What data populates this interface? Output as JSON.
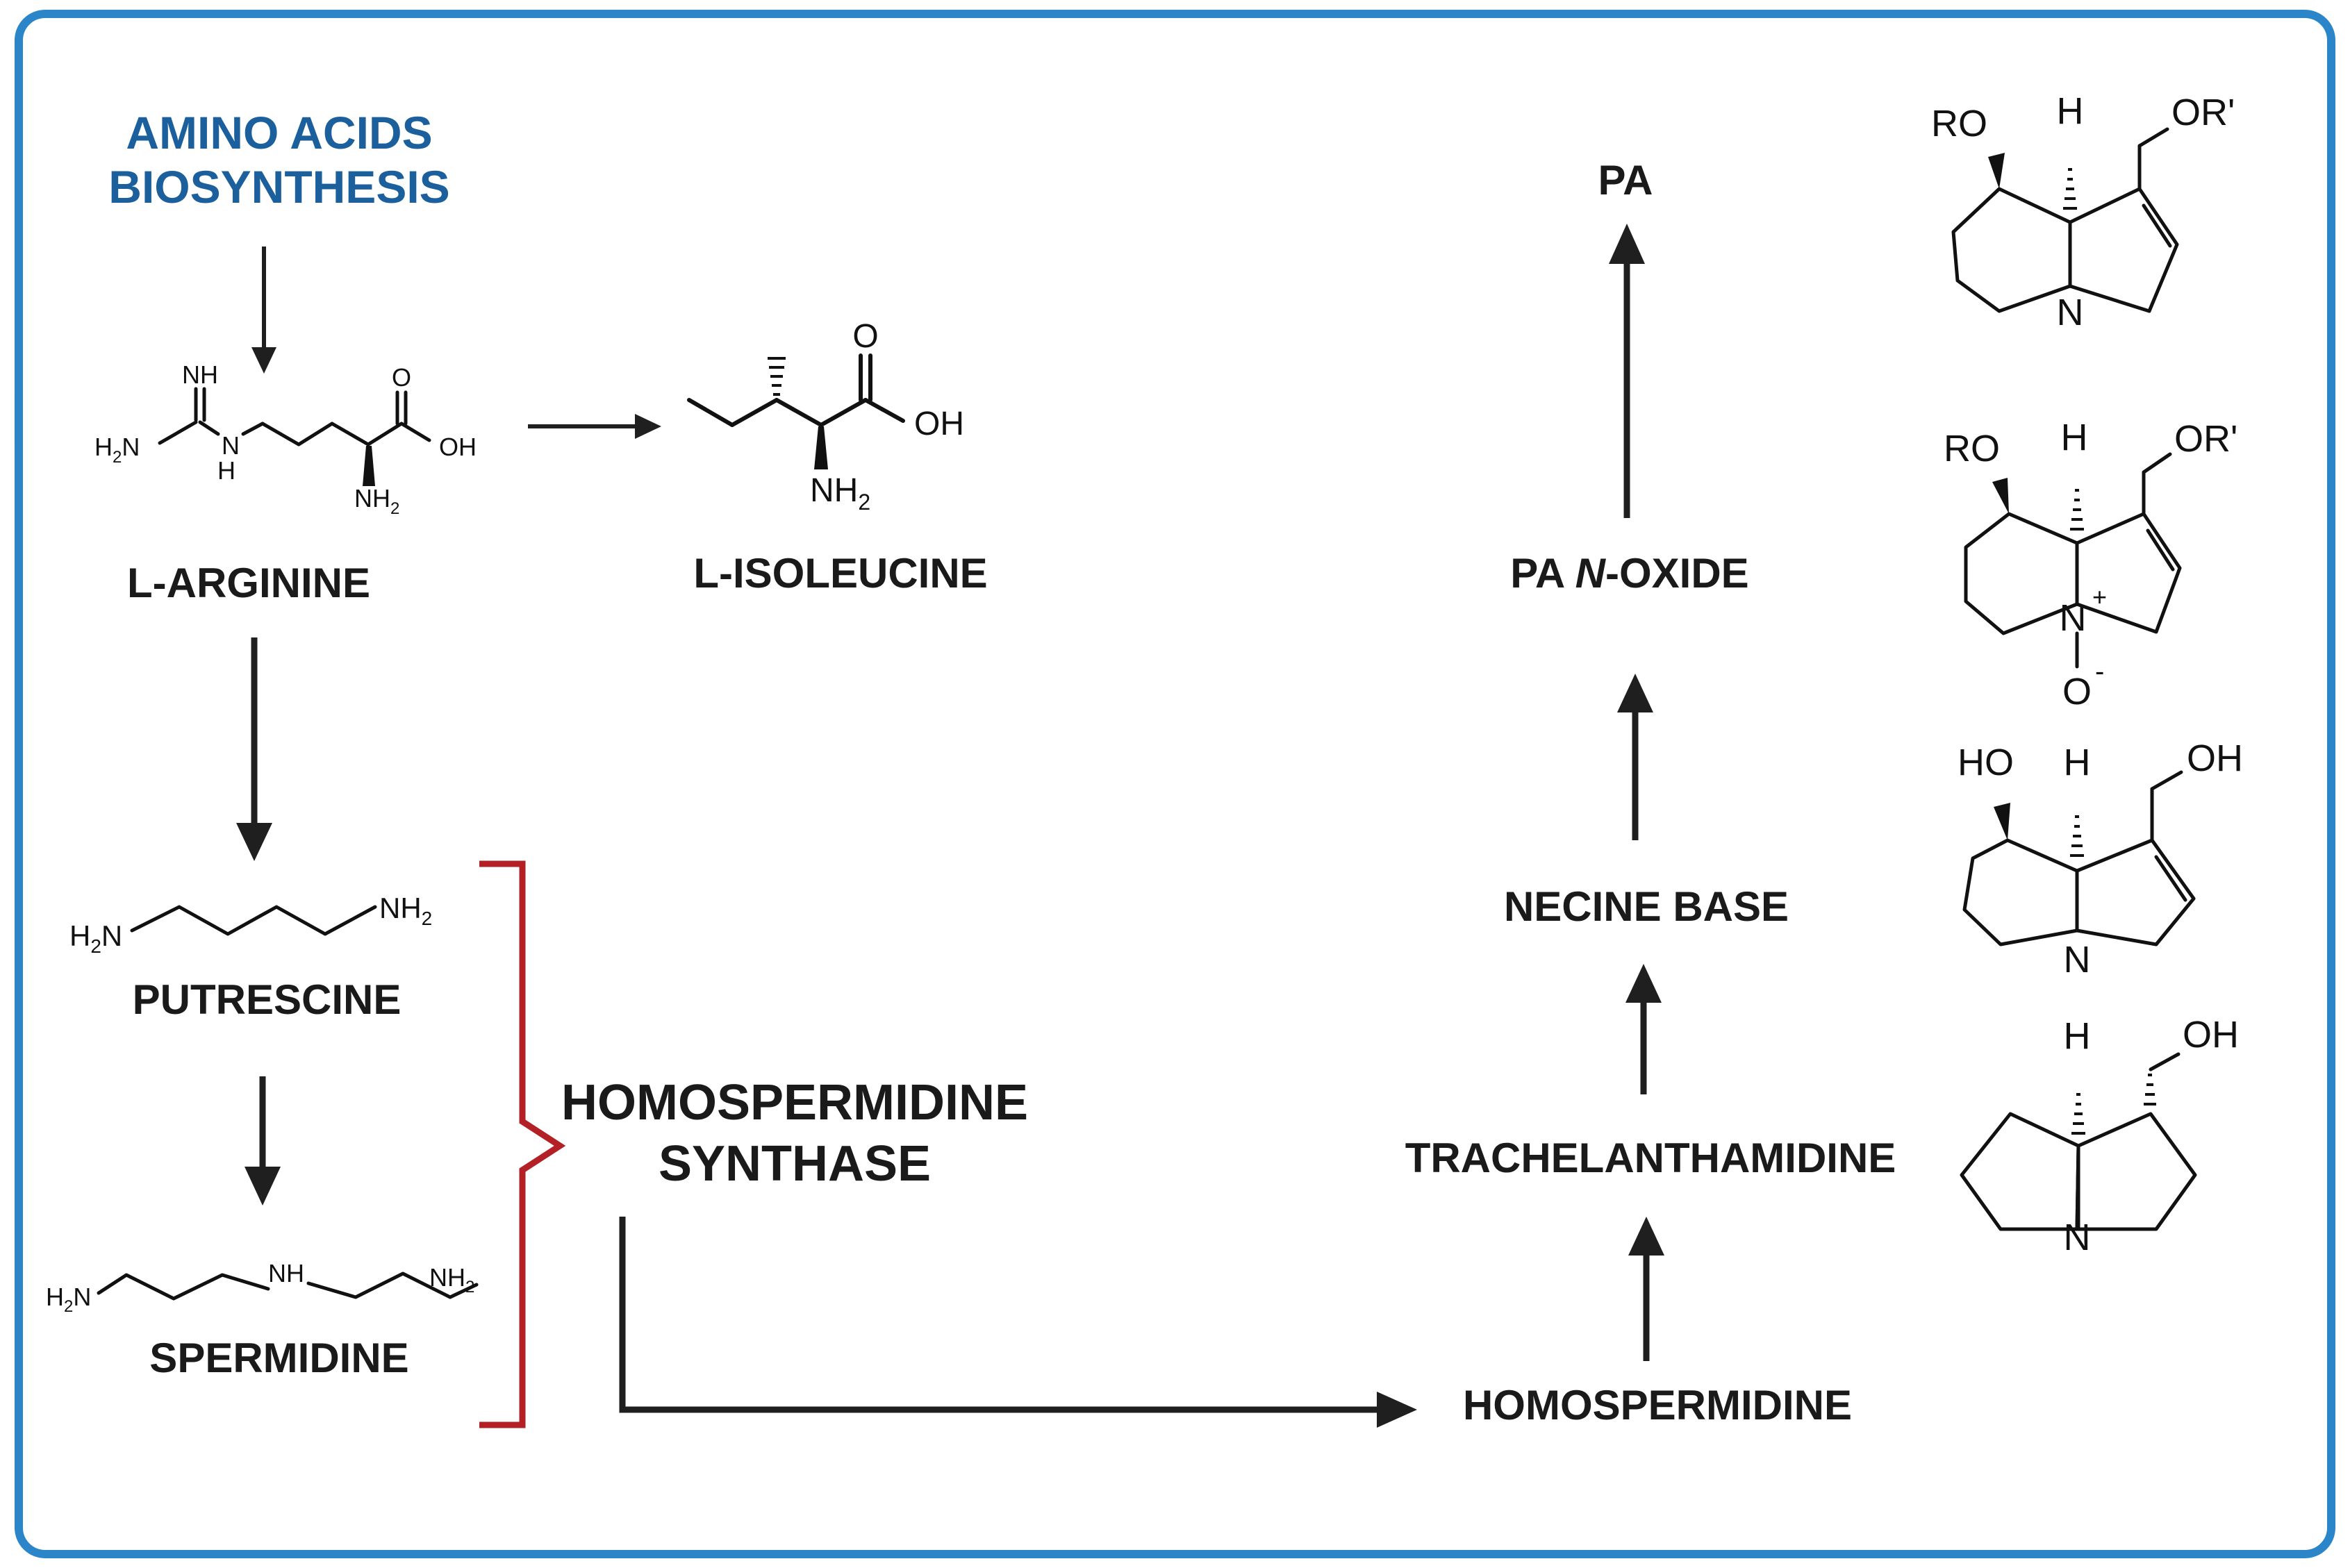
{
  "frame": {
    "border_color": "#2a86c9",
    "accent_blue": "#1b5f9c",
    "bracket_color": "#b32025"
  },
  "labels": {
    "amino_acids_line1": "AMINO ACIDS",
    "amino_acids_line2": "BIOSYNTHESIS",
    "l_arginine": "L-ARGININE",
    "l_isoleucine": "L-ISOLEUCINE",
    "putrescine": "PUTRESCINE",
    "spermidine": "SPERMIDINE",
    "enzyme_line1": "HOMOSPERMIDINE",
    "enzyme_line2": "SYNTHASE",
    "homospermidine": "HOMOSPERMIDINE",
    "trachelanthamidine": "TRACHELANTHAMIDINE",
    "necine_base": "NECINE BASE",
    "pa_n_oxide_prefix": "PA ",
    "pa_n_oxide_italic": "N",
    "pa_n_oxide_suffix": "-OXIDE",
    "pa": "PA"
  },
  "structures": {
    "arginine": {
      "nh": "NH",
      "h2n": "H",
      "h2n_sub": "2",
      "h2n_n": "N",
      "n_left": "N",
      "h_under": "H",
      "o": "O",
      "oh": "OH",
      "nh2": "NH",
      "nh2_sub": "2"
    },
    "isoleucine": {
      "o": "O",
      "oh": "OH",
      "nh2": "NH",
      "nh2_sub": "2"
    },
    "putrescine": {
      "h2n": "H",
      "h2n_sub": "2",
      "h2n_n": "N",
      "nh2": "NH",
      "nh2_sub": "2"
    },
    "spermidine": {
      "h2n": "H",
      "h2n_sub": "2",
      "h2n_n": "N",
      "nh": "NH",
      "nh2": "NH",
      "nh2_sub": "2"
    },
    "pa": {
      "ro": "RO",
      "h": "H",
      "or": "OR'",
      "n": "N"
    },
    "pa_n_oxide": {
      "ro": "RO",
      "h": "H",
      "or": "OR'",
      "n": "N",
      "plus": "+",
      "o": "O",
      "minus": "-"
    },
    "necine": {
      "ho": "HO",
      "h": "H",
      "oh": "OH",
      "n": "N"
    },
    "trachelanthamidine": {
      "h": "H",
      "oh": "OH",
      "n": "N"
    }
  }
}
